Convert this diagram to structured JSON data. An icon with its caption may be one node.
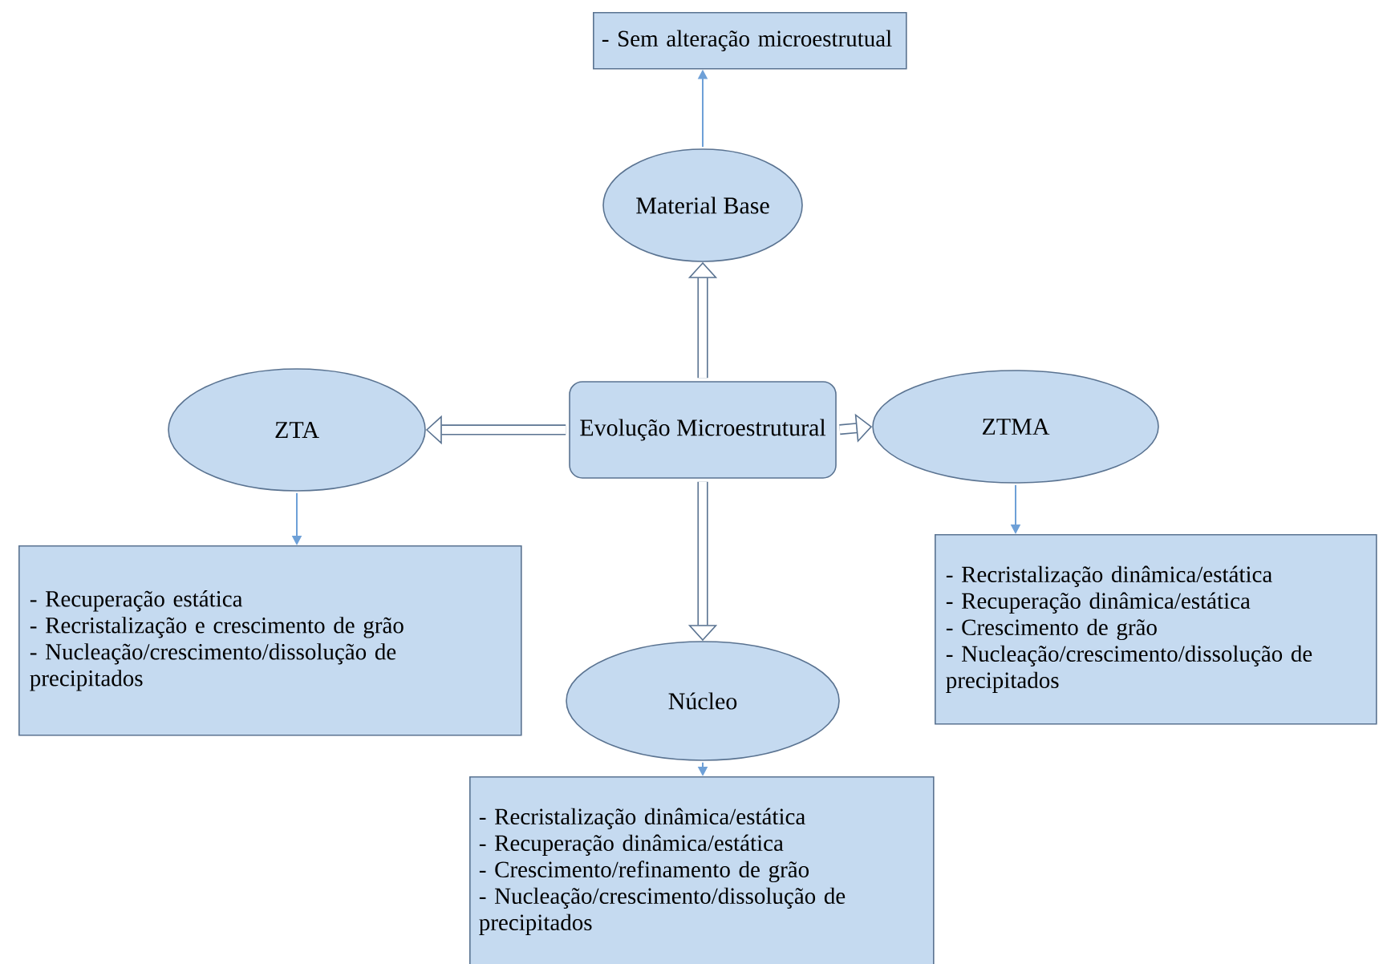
{
  "diagram": {
    "nodes": [
      {
        "text": [
          "Evolução Microestrutural"
        ]
      },
      {
        "text": [
          "Material Base"
        ]
      },
      {
        "text": [
          "- Sem alteração microestrutual"
        ]
      },
      {
        "text": [
          "ZTA"
        ]
      },
      {
        "text": [
          "- Recuperação estática",
          "- Recristalização e crescimento de grão",
          "- Nucleação/crescimento/dissolução de precipitados"
        ]
      },
      {
        "text": [
          "ZTMA"
        ]
      },
      {
        "text": [
          "- Recristalização dinâmica/estática",
          "- Recuperação dinâmica/estática",
          "- Crescimento de grão",
          "- Nucleação/crescimento/dissolução de precipitados"
        ]
      },
      {
        "text": [
          "Núcleo"
        ]
      },
      {
        "text": [
          "- Recristalização dinâmica/estática",
          "- Recuperação dinâmica/estática",
          "- Crescimento/refinamento de grão",
          "- Nucleação/crescimento/dissolução de precipitados"
        ]
      }
    ],
    "edges": [
      {
        "from": 0,
        "to": 1,
        "arrow": "to",
        "style": "thick"
      },
      {
        "from": 1,
        "to": 2,
        "arrow": "to"
      },
      {
        "from": 0,
        "to": 3,
        "arrow": "to",
        "style": "thick"
      },
      {
        "from": 3,
        "to": 4,
        "arrow": "to"
      },
      {
        "from": 0,
        "to": 5,
        "arrow": "to",
        "style": "thick"
      },
      {
        "from": 5,
        "to": 6,
        "arrow": "to"
      },
      {
        "from": 0,
        "to": 7,
        "arrow": "to",
        "style": "thick"
      },
      {
        "from": 7,
        "to": 8,
        "arrow": "to"
      }
    ]
  }
}
